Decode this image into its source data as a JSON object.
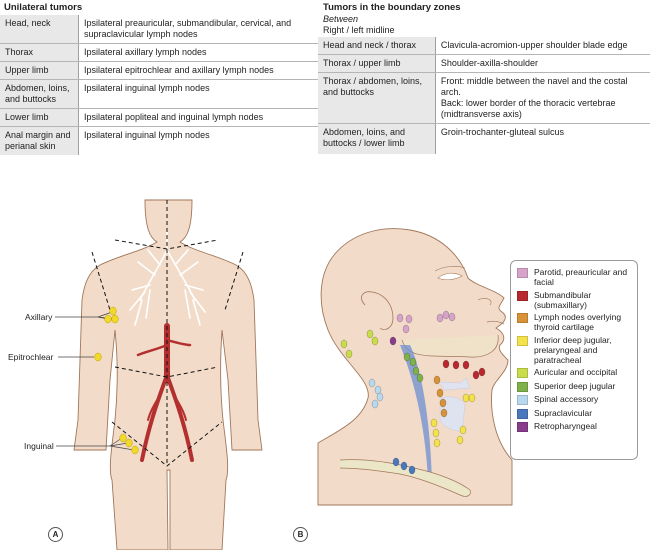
{
  "left_table": {
    "title": "Unilateral tumors",
    "rows": [
      {
        "region": "Head, neck",
        "nodes": "Ipsilateral preauricular, submandibular, cervical, and supraclavicular lymph nodes"
      },
      {
        "region": "Thorax",
        "nodes": "Ipsilateral axillary lymph nodes"
      },
      {
        "region": "Upper limb",
        "nodes": "Ipsilateral epitrochlear and axillary lymph nodes"
      },
      {
        "region": "Abdomen, loins, and buttocks",
        "nodes": "Ipsilateral inguinal lymph nodes"
      },
      {
        "region": "Lower limb",
        "nodes": "Ipsilateral popliteal and inguinal lymph nodes"
      },
      {
        "region": "Anal margin and perianal skin",
        "nodes": "Ipsilateral inguinal lymph nodes"
      }
    ]
  },
  "right_table": {
    "title": "Tumors in the boundary zones",
    "between_label": "Between",
    "between_value": "Right / left midline",
    "rows": [
      {
        "zone": "Head and neck / thorax",
        "boundary": "Clavicula-acromion-upper shoulder blade edge"
      },
      {
        "zone": "Thorax / upper limb",
        "boundary": "Shoulder-axilla-shoulder"
      },
      {
        "zone": "Thorax / abdomen, loins, and buttocks",
        "boundary": "Front: middle between the navel and the costal arch.\nBack: lower border of the thoracic vertebrae (midtransverse axis)"
      },
      {
        "zone": "Abdomen, loins, and buttocks / lower limb",
        "boundary": "Groin-trochanter-gluteal sulcus"
      }
    ]
  },
  "figure_a": {
    "panel_label": "A",
    "labels": {
      "axillary": "Axillary",
      "epitrochlear": "Epitrochlear",
      "inguinal": "Inguinal"
    },
    "colors": {
      "skin": "#f2dcc9",
      "outline": "#a0765a",
      "artery": "#b3302f",
      "node": "#f2d82a",
      "lungs": "#ffffff"
    }
  },
  "figure_b": {
    "panel_label": "B",
    "legend": [
      {
        "label": "Parotid, preauricular and facial",
        "color": "#d6a3c9"
      },
      {
        "label": "Submandibular (submaxillary)",
        "color": "#b8282e"
      },
      {
        "label": "Lymph nodes overlying thyroid cartilage",
        "color": "#d89237"
      },
      {
        "label": "Inferior deep jugular, prelaryngeal and paratracheal",
        "color": "#f4e24a"
      },
      {
        "label": "Auricular and occipital",
        "color": "#c9dc4a"
      },
      {
        "label": "Superior deep jugular",
        "color": "#7fb04a"
      },
      {
        "label": "Spinal accessory",
        "color": "#b8d8f0"
      },
      {
        "label": "Supraclavicular",
        "color": "#4a78bd"
      },
      {
        "label": "Retropharyngeal",
        "color": "#8a3c8c"
      }
    ]
  }
}
